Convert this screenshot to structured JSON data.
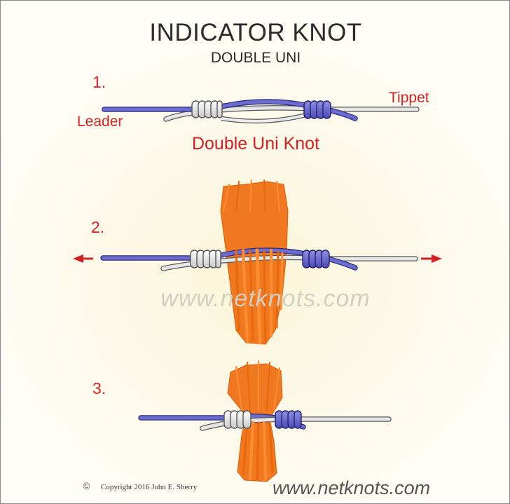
{
  "title": "INDICATOR KNOT",
  "subtitle": "DOUBLE UNI",
  "steps": [
    "1.",
    "2.",
    "3."
  ],
  "labels": {
    "leader": "Leader",
    "tippet": "Tippet",
    "knot_name": "Double Uni Knot"
  },
  "watermark": "www.netknots.com",
  "footer": {
    "copyright_symbol": "©",
    "copyright_text": "Copyright  2016  John E. Sherry",
    "site": "www.netknots.com"
  },
  "colors": {
    "leader_line": "#6b6bd0",
    "tippet_line": "#e4e4e4",
    "indicator_yarn": "#f07820",
    "label_red": "#d42020",
    "arrow": "#d42020"
  }
}
